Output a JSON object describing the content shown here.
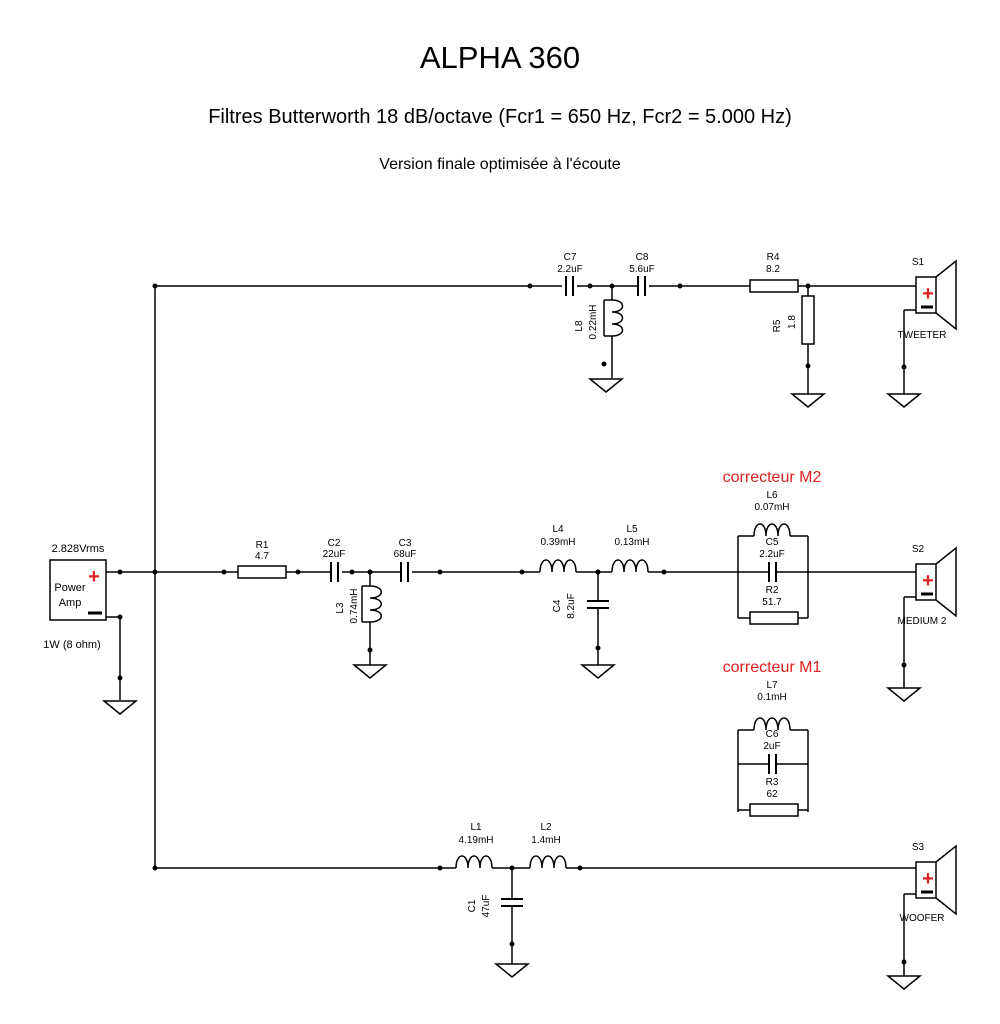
{
  "header": {
    "title": "ALPHA 360",
    "subtitle": "Filtres Butterworth 18 dB/octave (Fcr1 = 650 Hz, Fcr2 = 5.000 Hz)",
    "note": "Version finale optimisée à l'écoute"
  },
  "source": {
    "voltage": "2.828Vrms",
    "name_line1": "Power",
    "name_line2": "Amp",
    "power": "1W (8 ohm)"
  },
  "tweeter": {
    "C7": {
      "name": "C7",
      "value": "2.2uF"
    },
    "C8": {
      "name": "C8",
      "value": "5.6uF"
    },
    "L8": {
      "name": "L8",
      "value": "0.22mH"
    },
    "R4": {
      "name": "R4",
      "value": "8.2"
    },
    "R5": {
      "name": "R5",
      "value": "1.8"
    },
    "speaker": {
      "name": "S1",
      "label": "TWEETER"
    }
  },
  "medium": {
    "R1": {
      "name": "R1",
      "value": "4.7"
    },
    "C2": {
      "name": "C2",
      "value": "22uF"
    },
    "C3": {
      "name": "C3",
      "value": "68uF"
    },
    "L3": {
      "name": "L3",
      "value": "0.74mH"
    },
    "L4": {
      "name": "L4",
      "value": "0.39mH"
    },
    "L5": {
      "name": "L5",
      "value": "0.13mH"
    },
    "C4": {
      "name": "C4",
      "value": "8.2uF"
    },
    "speaker": {
      "name": "S2",
      "label": "MEDIUM 2"
    }
  },
  "correcteur_m2": {
    "title": "correcteur M2",
    "L6": {
      "name": "L6",
      "value": "0.07mH"
    },
    "C5": {
      "name": "C5",
      "value": "2.2uF"
    },
    "R2": {
      "name": "R2",
      "value": "51.7"
    }
  },
  "correcteur_m1": {
    "title": "correcteur M1",
    "L7": {
      "name": "L7",
      "value": "0.1mH"
    },
    "C6": {
      "name": "C6",
      "value": "2uF"
    },
    "R3": {
      "name": "R3",
      "value": "62"
    }
  },
  "woofer": {
    "L1": {
      "name": "L1",
      "value": "4.19mH"
    },
    "L2": {
      "name": "L2",
      "value": "1.4mH"
    },
    "C1": {
      "name": "C1",
      "value": "47uF"
    },
    "speaker": {
      "name": "S3",
      "label": "WOOFER"
    }
  },
  "colors": {
    "accent": "#e02020",
    "wire": "#000000"
  }
}
